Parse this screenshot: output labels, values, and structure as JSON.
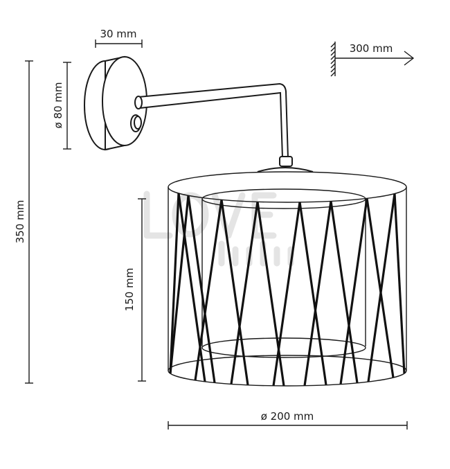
{
  "dimensions": {
    "overall_height": "350 mm",
    "canopy_diameter": "ø 80 mm",
    "canopy_depth": "30 mm",
    "projection": "300 mm",
    "shade_height": "150 mm",
    "shade_diameter": "ø 200 mm"
  },
  "watermark": "LOVE lighting"
}
